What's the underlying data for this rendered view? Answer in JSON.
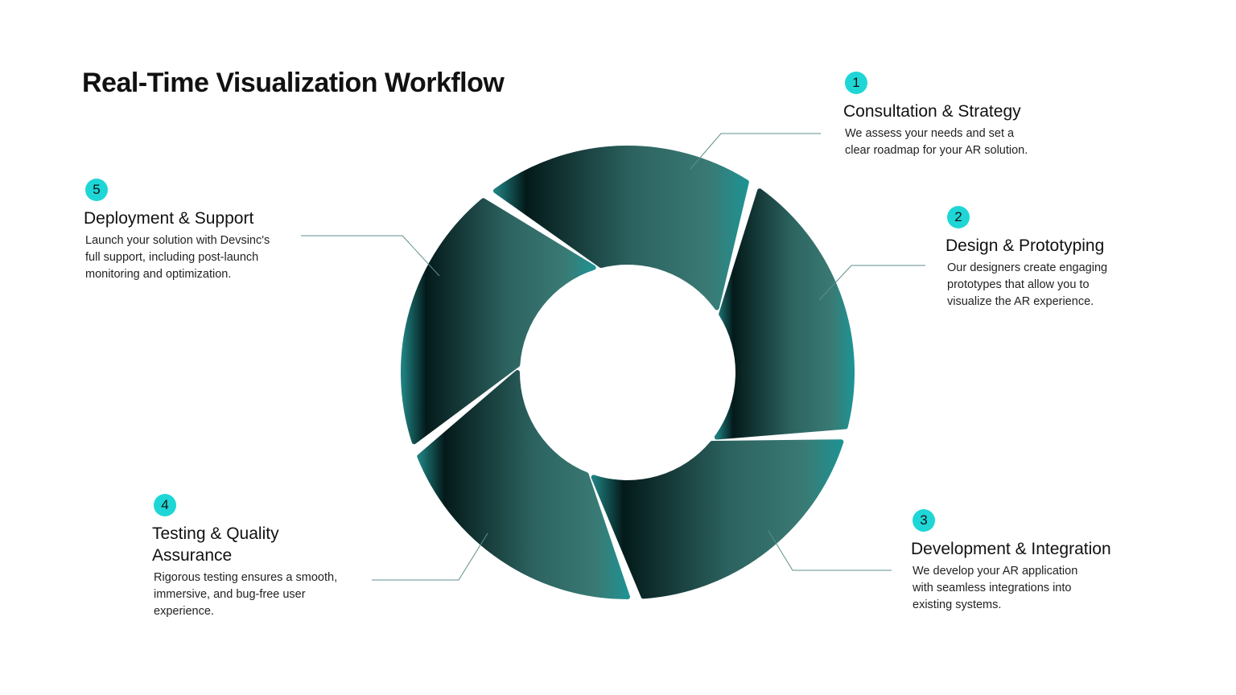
{
  "title": "Real-Time Visualization Workflow",
  "colors": {
    "badge": "#1fd6d6",
    "dark": "#041a1a",
    "mid": "#36726d",
    "light": "#1f9292",
    "leader": "#5f8f8c"
  },
  "steps": [
    {
      "number": "1",
      "title": "Consultation & Strategy",
      "lines": [
        "We assess your needs and set a",
        "clear roadmap for your AR solution."
      ]
    },
    {
      "number": "2",
      "title": "Design & Prototyping",
      "lines": [
        "Our designers create engaging",
        "prototypes that allow you to",
        "visualize the AR experience."
      ]
    },
    {
      "number": "3",
      "title": "Development & Integration",
      "lines": [
        "We develop your AR application",
        "with seamless integrations into",
        "existing systems."
      ]
    },
    {
      "number": "4",
      "title": "Testing & Quality Assurance",
      "title_lines": [
        "Testing & Quality",
        "Assurance"
      ],
      "lines": [
        "Rigorous testing ensures a smooth,",
        "immersive, and bug-free user",
        "experience."
      ]
    },
    {
      "number": "5",
      "title": "Deployment & Support",
      "lines": [
        "Launch your solution with Devsinc's",
        "full support, including post-launch",
        "monitoring and optimization."
      ]
    }
  ]
}
